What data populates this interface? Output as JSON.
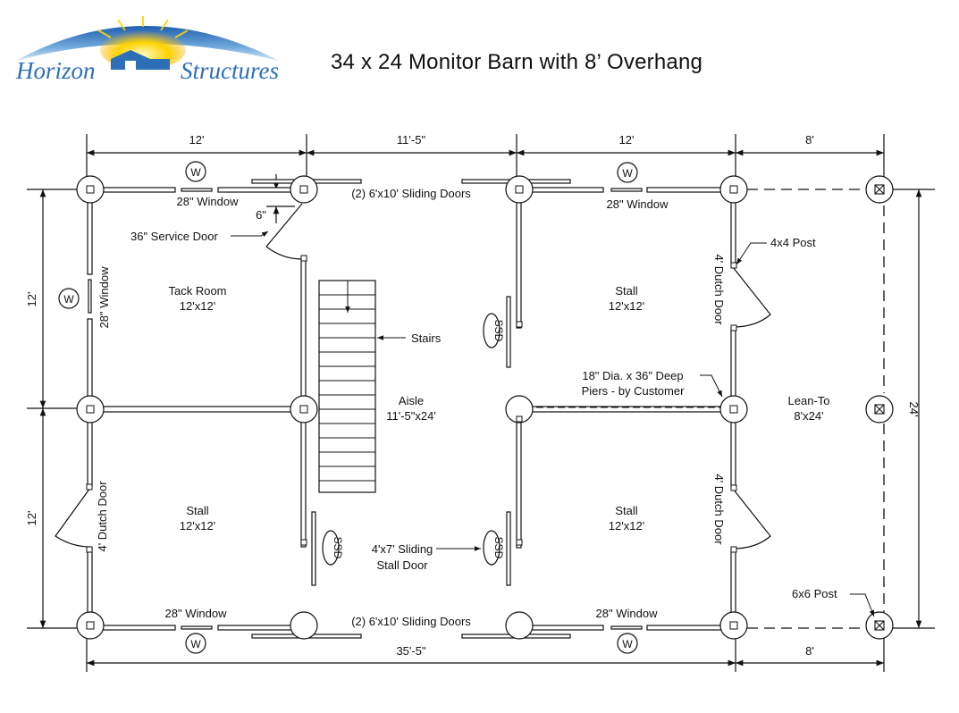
{
  "logo": {
    "word1": "Horizon",
    "word2": "Structures"
  },
  "title": "34 x 24 Monitor Barn with 8’ Overhang",
  "dimensions": {
    "top": [
      "12'",
      "11'-5\"",
      "12'",
      "8'"
    ],
    "bottom": [
      "35'-5\"",
      "8'"
    ],
    "left": [
      "12'",
      "12'"
    ],
    "right": "24'",
    "service_door_offset": "6\""
  },
  "rooms": {
    "tack_room": {
      "name": "Tack Room",
      "size": "12'x12'"
    },
    "stall_nw_none": null,
    "stall_ne": {
      "name": "Stall",
      "size": "12'x12'"
    },
    "stall_sw": {
      "name": "Stall",
      "size": "12'x12'"
    },
    "stall_se": {
      "name": "Stall",
      "size": "12'x12'"
    },
    "aisle": {
      "name": "Aisle",
      "size": "11'-5\"x24'"
    },
    "lean_to": {
      "name": "Lean-To",
      "size": "8'x24'"
    }
  },
  "labels": {
    "sliding_doors_top": "(2) 6'x10' Sliding Doors",
    "sliding_doors_bottom": "(2) 6'x10' Sliding Doors",
    "window": "28\" Window",
    "window_mark": "W",
    "service_door": "36\" Service Door",
    "stairs": "Stairs",
    "ssd": "SSD",
    "dutch_door": "4' Dutch Door",
    "post_4x4": "4x4 Post",
    "post_6x6": "6x6 Post",
    "piers_line1": "18\" Dia. x 36\" Deep",
    "piers_line2": "Piers - by Customer",
    "stall_door_line1": "4'x7' Sliding",
    "stall_door_line2": "Stall Door"
  },
  "colors": {
    "line": "#111111",
    "sky_blue": "#2d6fb7",
    "sun": "#f5c400"
  }
}
